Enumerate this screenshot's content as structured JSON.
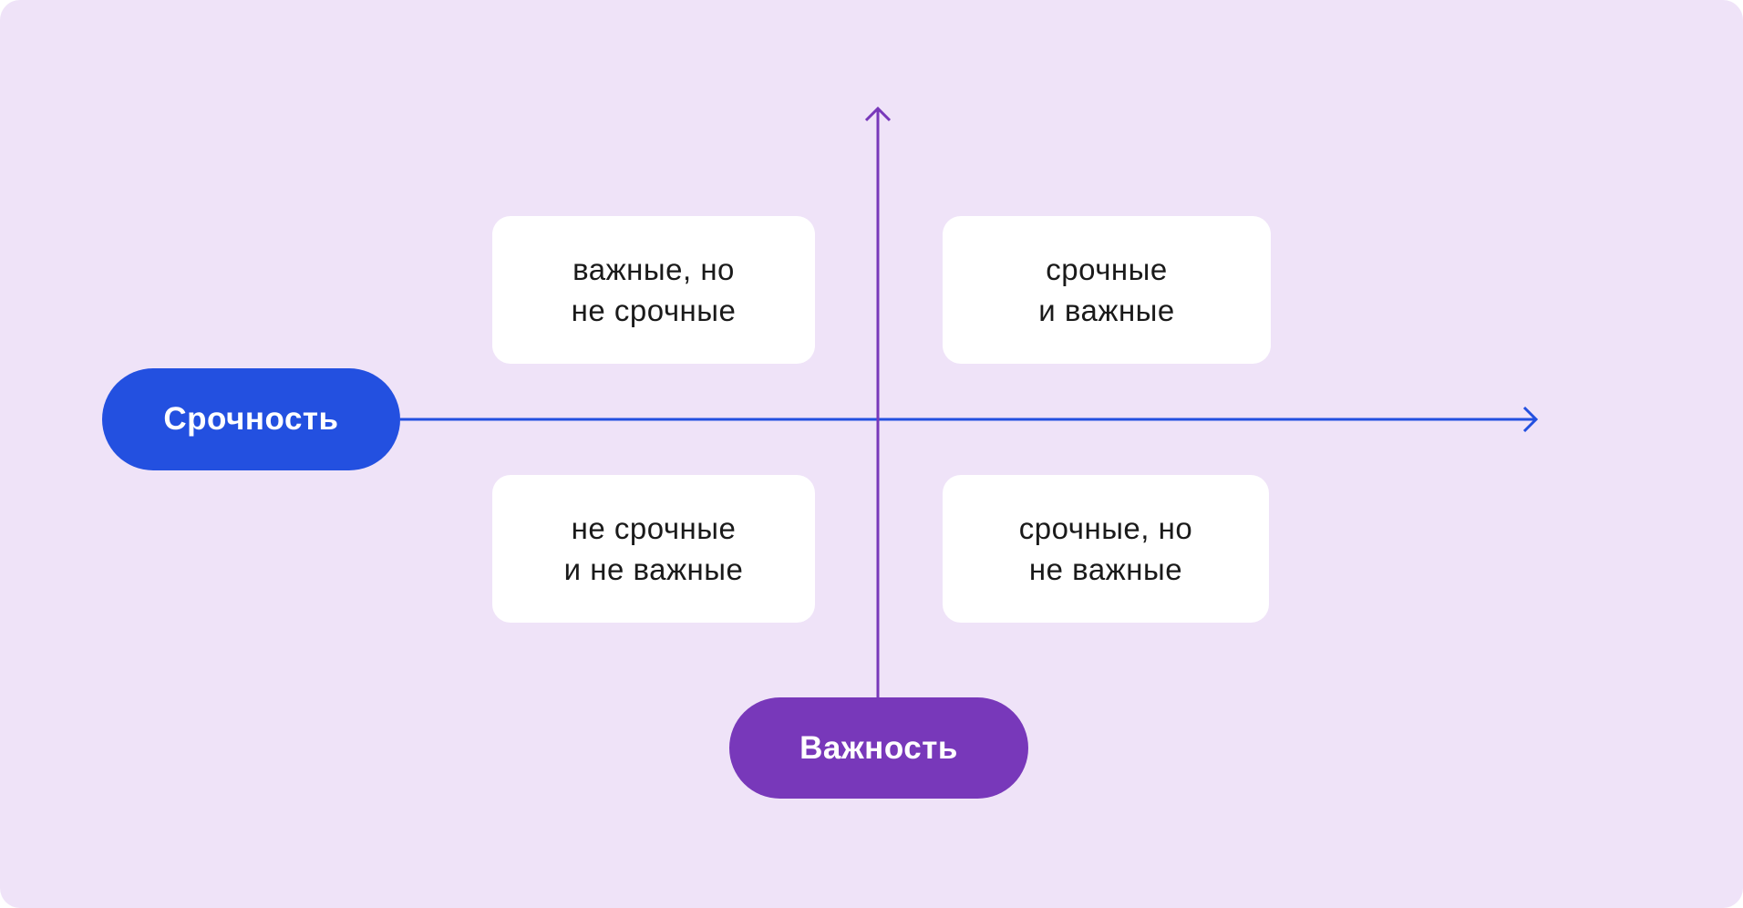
{
  "quadrants": {
    "top_left": {
      "line1": "важные, но",
      "line2": "не срочные"
    },
    "top_right": {
      "line1": "срочные",
      "line2": "и важные"
    },
    "bottom_left": {
      "line1": "не срочные",
      "line2": "и не важные"
    },
    "bottom_right": {
      "line1": "срочные, но",
      "line2": "не важные"
    }
  },
  "axes": {
    "horizontal": {
      "label": "Срочность",
      "color": "#2350E0"
    },
    "vertical": {
      "label": "Важность",
      "color": "#7838BA"
    }
  },
  "colors": {
    "background": "#EFE3F8",
    "card": "#FFFFFF"
  }
}
